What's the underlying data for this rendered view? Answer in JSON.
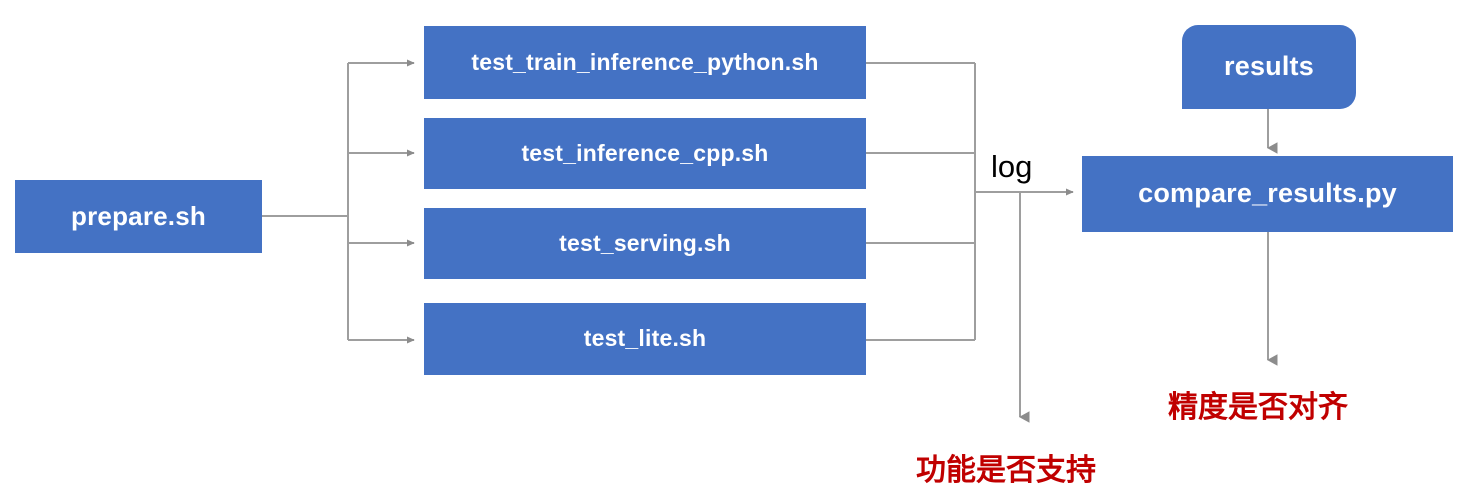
{
  "diagram": {
    "title": "paddle auto test pipeline",
    "colors": {
      "node_fill": "#4472C4",
      "node_text": "#FFFFFF",
      "wire": "#9E9E9E",
      "note_text": "#C00000",
      "background": "#FFFFFF"
    },
    "nodes": {
      "prepare": {
        "label": "prepare.sh"
      },
      "test_train_inference_python": {
        "label": "test_train_inference_python.sh"
      },
      "test_inference_cpp": {
        "label": "test_inference_cpp.sh"
      },
      "test_serving": {
        "label": "test_serving.sh"
      },
      "test_lite": {
        "label": "test_lite.sh"
      },
      "results": {
        "label": "results"
      },
      "compare_results": {
        "label": "compare_results.py"
      }
    },
    "edge_labels": {
      "log": "log"
    },
    "notes": {
      "function_supported": "功能是否支持",
      "precision_aligned": "精度是否对齐"
    }
  }
}
